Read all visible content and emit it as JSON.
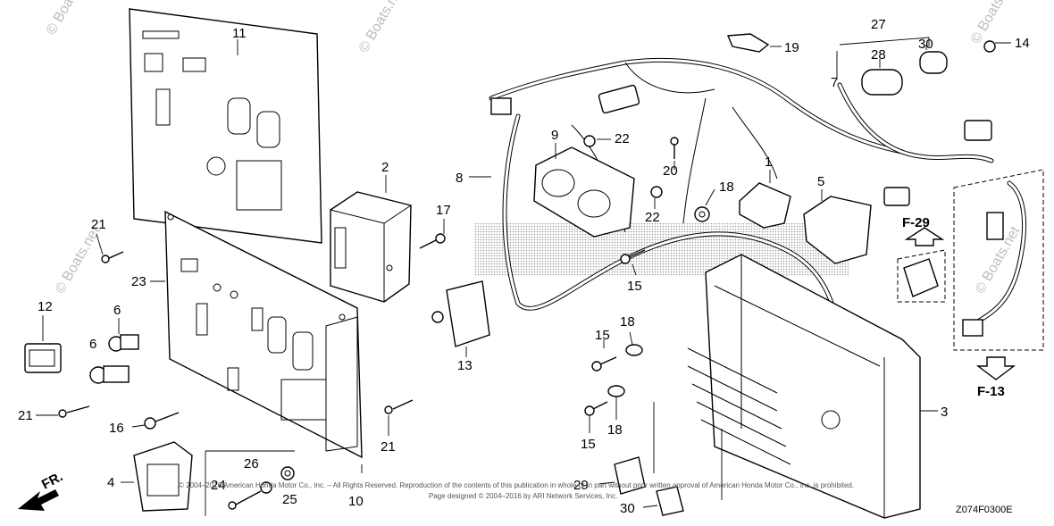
{
  "diagram": {
    "code": "Z074F0300E",
    "copyright_line1": "© 2004–2016 American Honda Motor Co., Inc. – All Rights Reserved. Reproduction of the contents of this publication in whole or in part without prior written approval of American Honda Motor Co., Inc. is prohibited.",
    "copyright_line2": "Page designed © 2004–2016 by ARI Network Services, Inc.",
    "watermark": "© Boats.net",
    "direction_label": "FR.",
    "ref_f29": "F-29",
    "ref_f13": "F-13"
  },
  "callouts": {
    "c1": "1",
    "c2": "2",
    "c3": "3",
    "c4": "4",
    "c5": "5",
    "c6a": "6",
    "c6b": "6",
    "c7": "7",
    "c8": "8",
    "c9": "9",
    "c10": "10",
    "c11": "11",
    "c12": "12",
    "c13": "13",
    "c14": "14",
    "c15a": "15",
    "c15b": "15",
    "c15c": "15",
    "c16": "16",
    "c17": "17",
    "c18a": "18",
    "c18b": "18",
    "c18c": "18",
    "c19": "19",
    "c20": "20",
    "c21a": "21",
    "c21b": "21",
    "c21c": "21",
    "c22a": "22",
    "c22b": "22",
    "c23": "23",
    "c24": "24",
    "c25": "25",
    "c26": "26",
    "c27": "27",
    "c28": "28",
    "c29": "29",
    "c30a": "30",
    "c30b": "30"
  }
}
